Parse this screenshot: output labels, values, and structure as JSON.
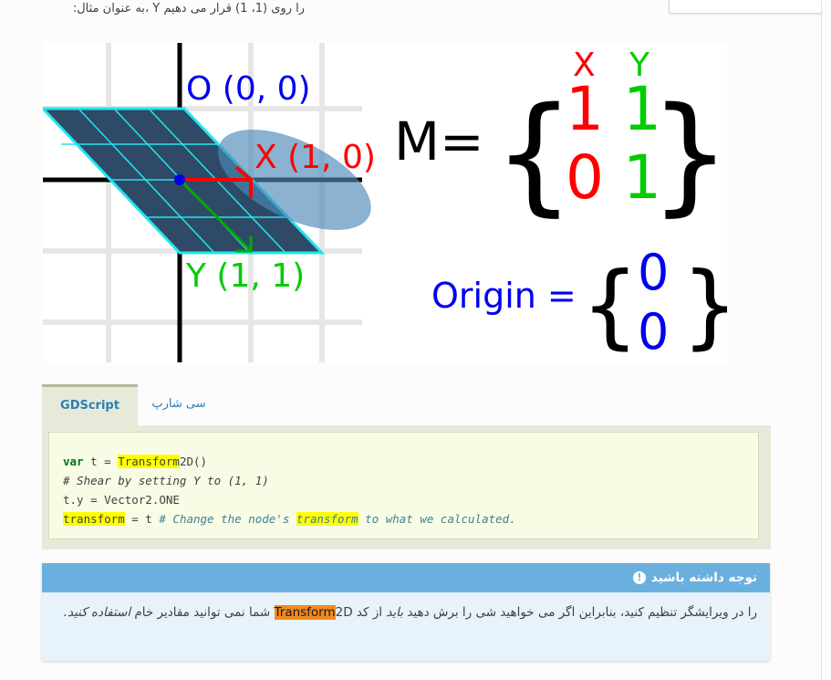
{
  "intro_text": "را روی (1، 1) قرار می دهیم Y ،به عنوان مثال:",
  "figure": {
    "origin_label": "O (0, 0)",
    "x_label": "X (1, 0)",
    "y_label": "Y (1, 1)",
    "matrix_label": "M=",
    "col_x": "X",
    "col_y": "Y",
    "m11": "1",
    "m12": "1",
    "m21": "0",
    "m22": "1",
    "origin_text": "Origin =",
    "o1": "0",
    "o2": "0",
    "colors": {
      "x": "#ff0000",
      "y": "#00cc00",
      "origin": "#0000ee",
      "grid": "#e6e6e6"
    }
  },
  "tabs": [
    {
      "label": "GDScript"
    },
    {
      "label": "سی شارپ"
    }
  ],
  "code": {
    "l1_kw": "var",
    "l1_rest": " t = ",
    "l1_hl": "Transform",
    "l1_tail": "2D()",
    "l2": "# Shear by setting Y to (1, 1)",
    "l3": "t.y = Vector2.ONE",
    "l4_hl": "transform",
    "l4_mid": " = t ",
    "l4_c1": "# Change the node's ",
    "l4_hl2": "transform",
    "l4_c2": " to what we calculated."
  },
  "note": {
    "title": "توجه داشته باشید",
    "icon": "exclamation-icon",
    "b1": "را در ویرایشگر تنظیم کنید، بنابراین اگر می خواهید شی را برش دهید ",
    "b_em1": "باید",
    "b2": " از کد ",
    "b_hl": "Transform",
    "b3": "2D شما نمی توانید مقادیر خام ",
    "b_em2": "استفاده کنید."
  }
}
